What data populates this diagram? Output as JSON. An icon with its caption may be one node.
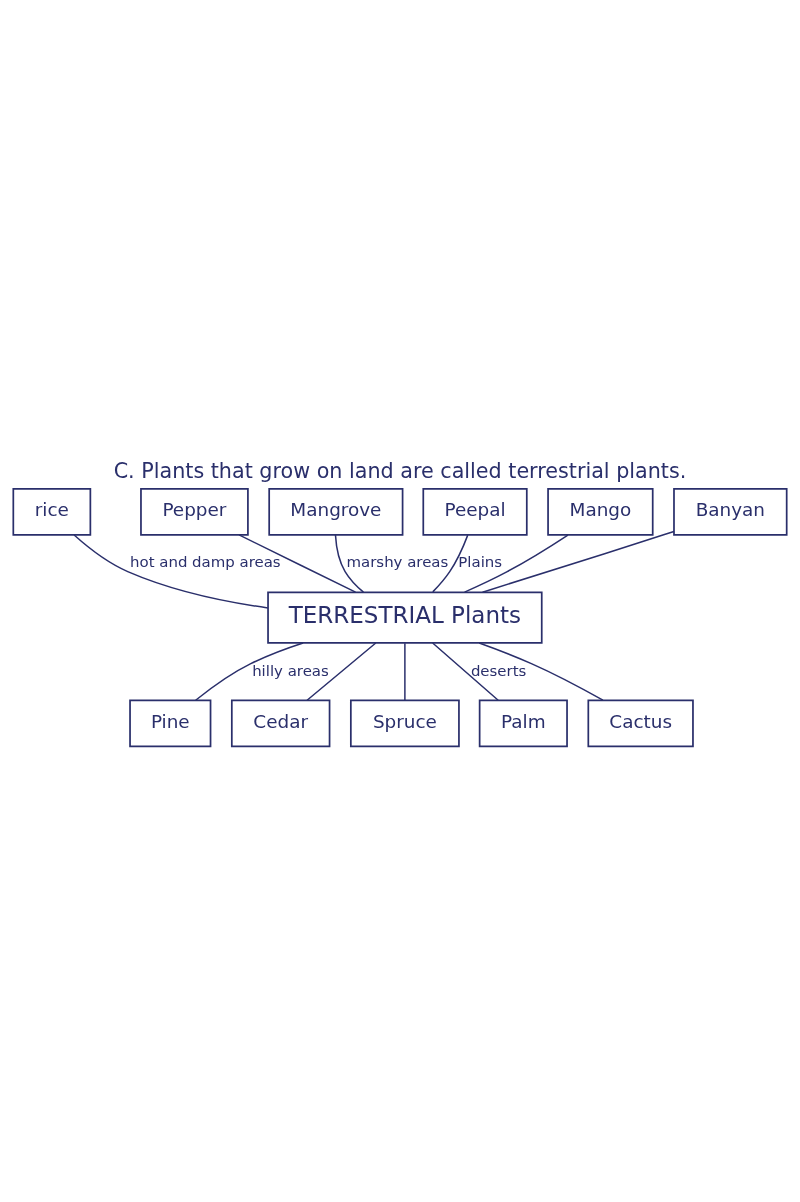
{
  "diagram": {
    "title": "C. Plants that grow on land are called terrestrial plants.",
    "nodes": [
      {
        "text": [
          "Pine"
        ]
      },
      {
        "text": [
          "rice"
        ]
      },
      {
        "text": [
          "Cedar"
        ]
      },
      {
        "text": [
          "Pepper"
        ]
      },
      {
        "text": [
          "Spruce"
        ]
      },
      {
        "text": [
          "Mangrove"
        ]
      },
      {
        "text": [
          "TERRESTRIAL Plants"
        ]
      },
      {
        "text": [
          "Peepal"
        ]
      },
      {
        "text": [
          "Mango"
        ]
      },
      {
        "text": [
          "Cactus"
        ]
      },
      {
        "text": [
          "Banyan"
        ]
      },
      {
        "text": [
          "Palm"
        ]
      }
    ],
    "edges": [
      {
        "from": 6,
        "to": 1,
        "arrow": "none",
        "label": "hot and damp areas"
      },
      {
        "from": 6,
        "to": 3,
        "arrow": "none"
      },
      {
        "from": 6,
        "to": 5,
        "arrow": "none",
        "label": "marshy areas"
      },
      {
        "from": 6,
        "to": 0,
        "arrow": "none",
        "label": "hilly areas"
      },
      {
        "from": 6,
        "to": 2,
        "arrow": "none"
      },
      {
        "from": 6,
        "to": 4,
        "arrow": "none"
      },
      {
        "from": 6,
        "to": 7,
        "arrow": "none",
        "label": "Plains"
      },
      {
        "from": 6,
        "to": 8,
        "arrow": "none"
      },
      {
        "from": 6,
        "to": 10,
        "arrow": "none"
      },
      {
        "from": 6,
        "to": 11,
        "arrow": "none",
        "label": "deserts"
      },
      {
        "from": 6,
        "to": 9,
        "arrow": "none"
      }
    ]
  }
}
